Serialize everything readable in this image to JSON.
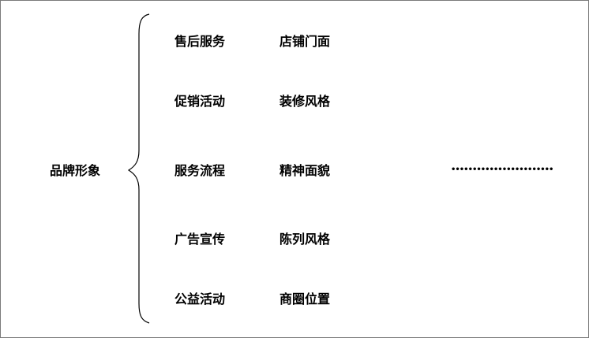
{
  "root": {
    "label": "品牌形象"
  },
  "items": [
    {
      "left": "售后服务",
      "right": "店铺门面"
    },
    {
      "left": "促销活动",
      "right": "装修风格"
    },
    {
      "left": "服务流程",
      "right": "精神面貌"
    },
    {
      "left": "广告宣传",
      "right": "陈列风格"
    },
    {
      "left": "公益活动",
      "right": "商圈位置"
    }
  ],
  "continuation": "••••••••••••••••••••••••"
}
